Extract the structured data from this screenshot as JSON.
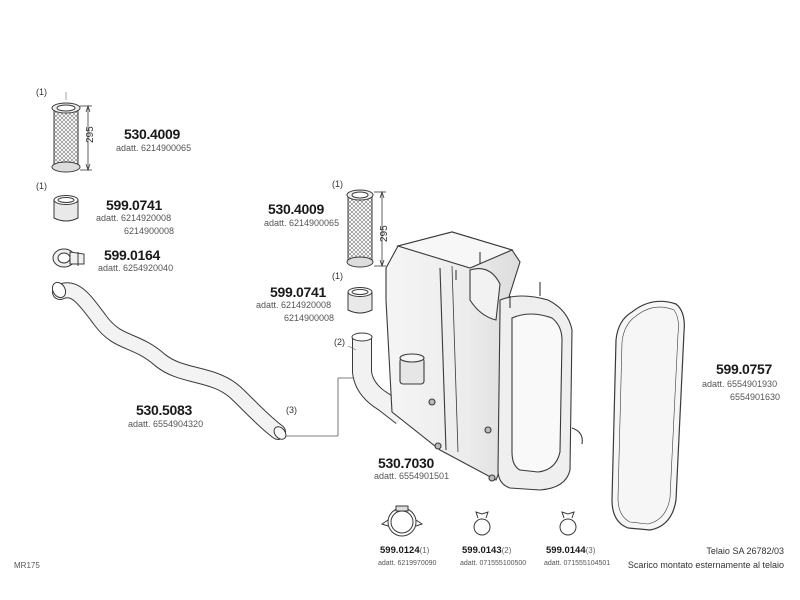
{
  "parts": {
    "p1": {
      "mark": "(1)",
      "number": "530.4009",
      "adapter": "adatt. 6214900065",
      "dimension": "295"
    },
    "p2": {
      "mark": "(1)",
      "number": "599.0741",
      "adapter_1": "adatt. 6214920008",
      "adapter_2": "6214900008"
    },
    "p3": {
      "number": "599.0164",
      "adapter": "adatt. 6254920040"
    },
    "p4": {
      "number": "530.5083",
      "adapter": "adatt. 6554904320"
    },
    "p5": {
      "mark": "(1)",
      "number": "530.4009",
      "adapter": "adatt. 6214900065",
      "dimension": "295"
    },
    "p6": {
      "mark": "(1)",
      "number": "599.0741",
      "adapter_1": "adatt. 6214920008",
      "adapter_2": "6214900008"
    },
    "p7": {
      "number": "530.7030",
      "adapter": "adatt. 6554901501"
    },
    "p8": {
      "number": "599.0757",
      "adapter_1": "adatt. 6554901930",
      "adapter_2": "6554901630"
    },
    "c1": {
      "number": "599.0124",
      "mark": "(1)",
      "adapter": "adatt. 6219970090"
    },
    "c2": {
      "number": "599.0143",
      "mark": "(2)",
      "adapter": "adatt. 071555100500"
    },
    "c3": {
      "number": "599.0144",
      "mark": "(3)",
      "adapter": "adatt. 071555104501"
    }
  },
  "callouts": {
    "pipe_mark": "(2)",
    "tube_mark": "(3)"
  },
  "footer": {
    "code": "MR175",
    "frame": "Telaio SA 26782/03",
    "description": "Scarico montato esternamente al telaio"
  },
  "colors": {
    "line": "#3a3a3a",
    "fill": "#f4f4f4",
    "shade": "#d8d8d8",
    "text": "#1a1a1a"
  }
}
